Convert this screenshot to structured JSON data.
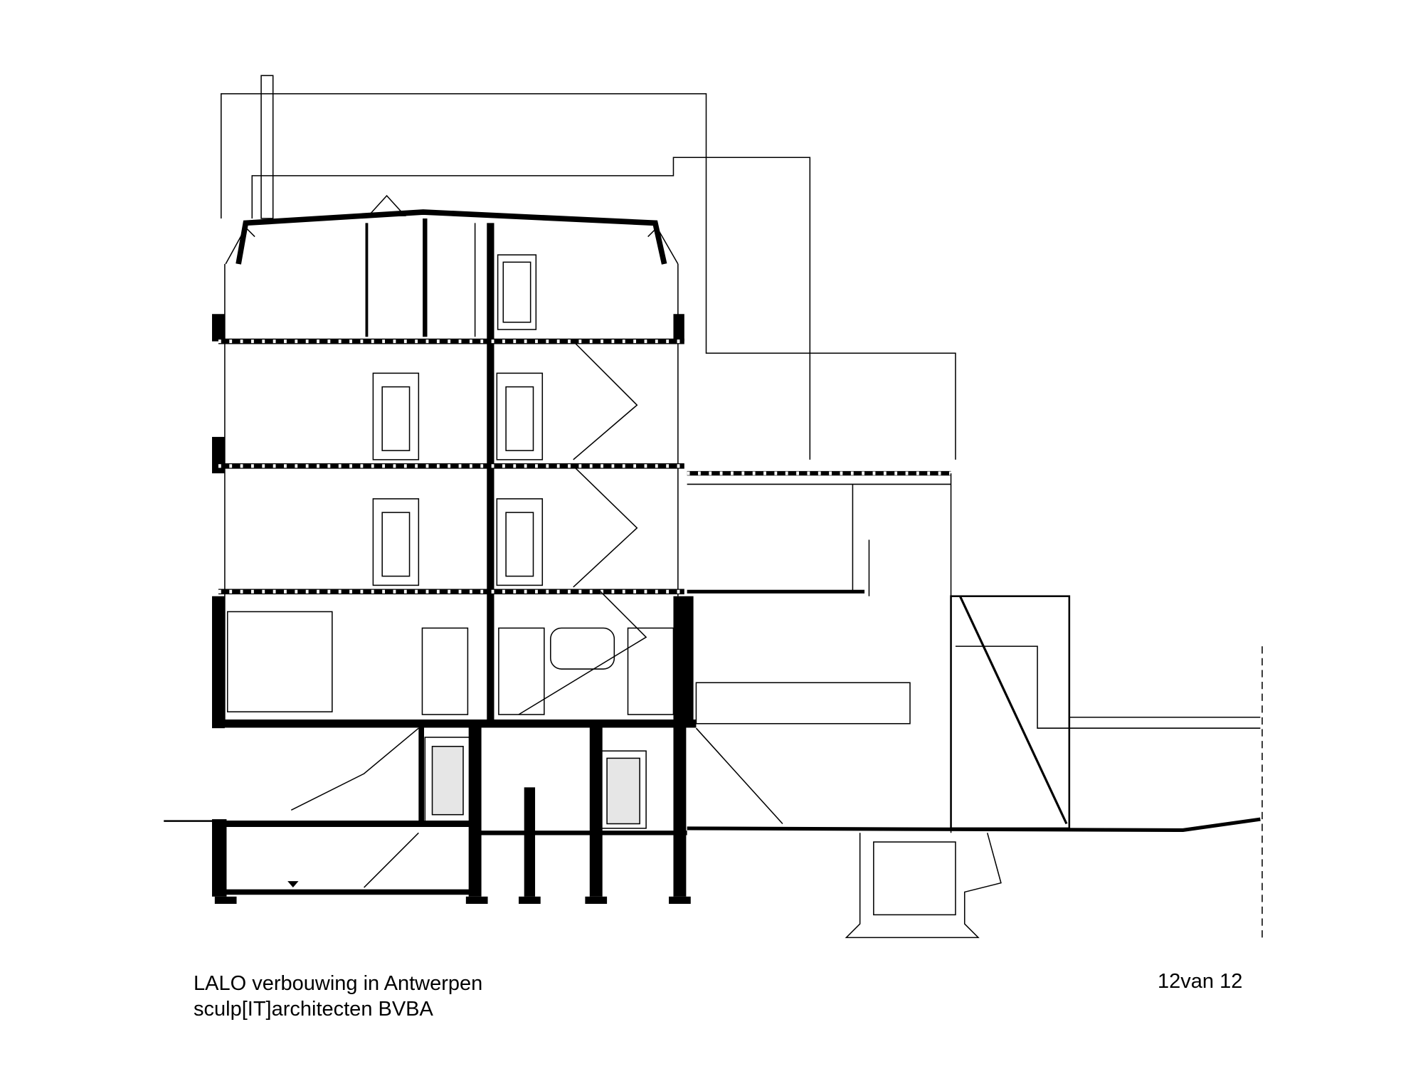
{
  "caption": {
    "project_title": "LALO verbouwing in Antwerpen",
    "office": "sculp[IT]architecten BVBA",
    "page_number": "12van 12"
  },
  "colors": {
    "line": "#000000",
    "background": "#ffffff",
    "glazing": "#e6e6e6"
  }
}
